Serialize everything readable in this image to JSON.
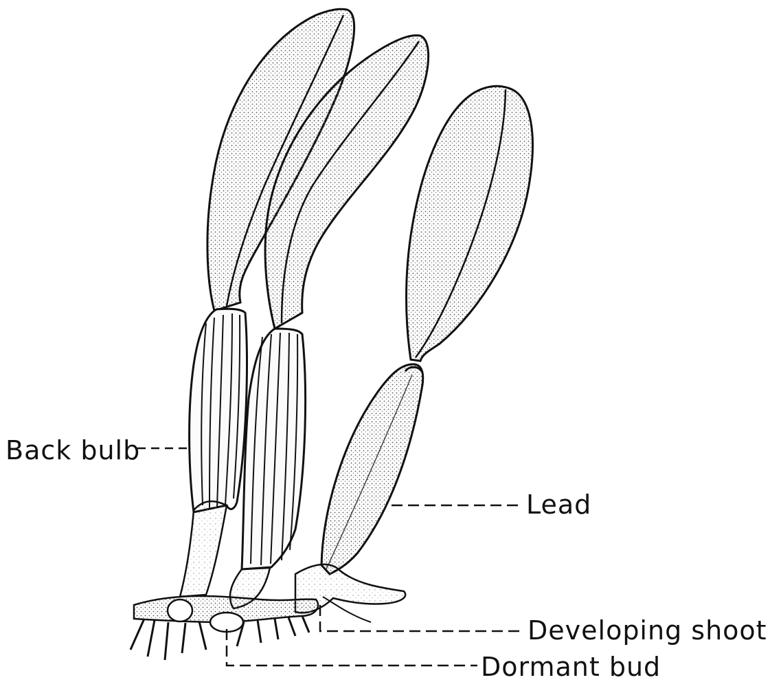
{
  "labels": {
    "back_bulb": "Back bulb",
    "lead": "Lead",
    "developing_shoot": "Developing shoot",
    "dormant_bud": "Dormant bud"
  },
  "colors": {
    "ink": "#111111",
    "stipple": "#dcdcdc",
    "background": "#ffffff"
  }
}
